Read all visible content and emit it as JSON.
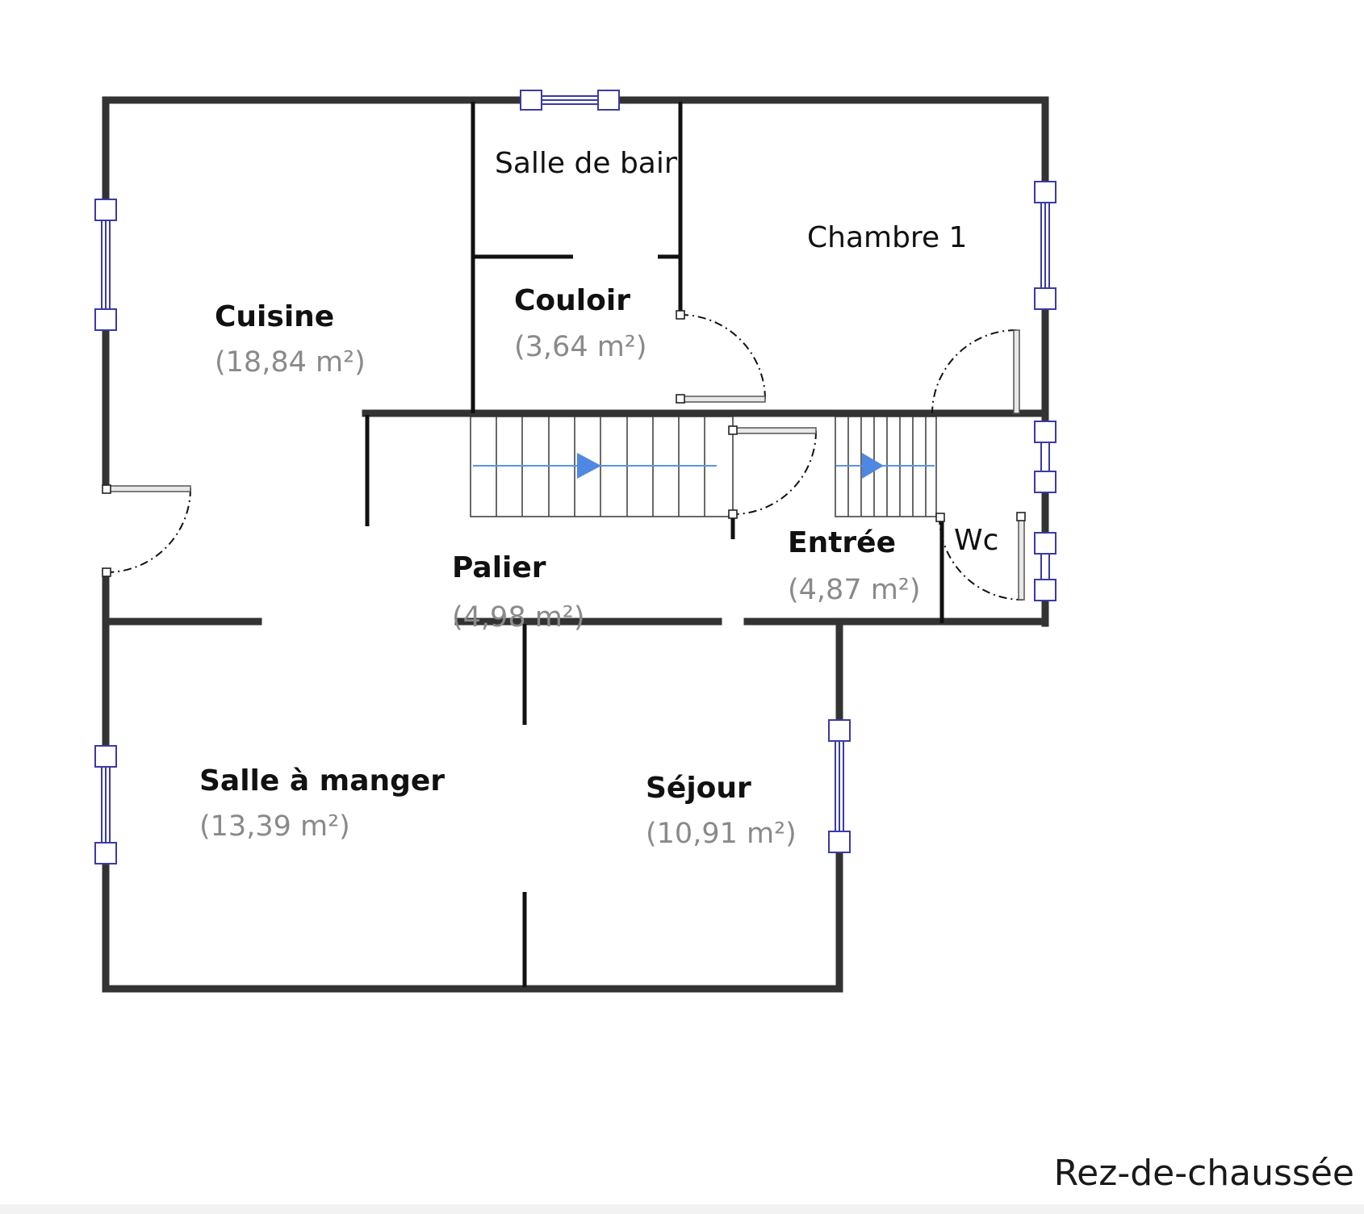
{
  "plan": {
    "floor_label": "Rez-de-chaussée",
    "colors": {
      "wall": "#333333",
      "window": "#3a3aa8",
      "stair_arrow": "#4f88e2",
      "area_text": "#8a8a8a"
    },
    "rooms": {
      "cuisine": {
        "name": "Cuisine",
        "area": "(18,84 m²)"
      },
      "salle_de_bain": {
        "name": "Salle de bain"
      },
      "couloir": {
        "name": "Couloir",
        "area": "(3,64 m²)"
      },
      "chambre1": {
        "name": "Chambre 1"
      },
      "palier": {
        "name": "Palier",
        "area": "(4,98 m²)"
      },
      "entree": {
        "name": "Entrée",
        "area": "(4,87 m²)"
      },
      "wc": {
        "name": "Wc"
      },
      "salle_a_manger": {
        "name": "Salle à manger",
        "area": "(13,39 m²)"
      },
      "sejour": {
        "name": "Séjour",
        "area": "(10,91 m²)"
      }
    }
  }
}
